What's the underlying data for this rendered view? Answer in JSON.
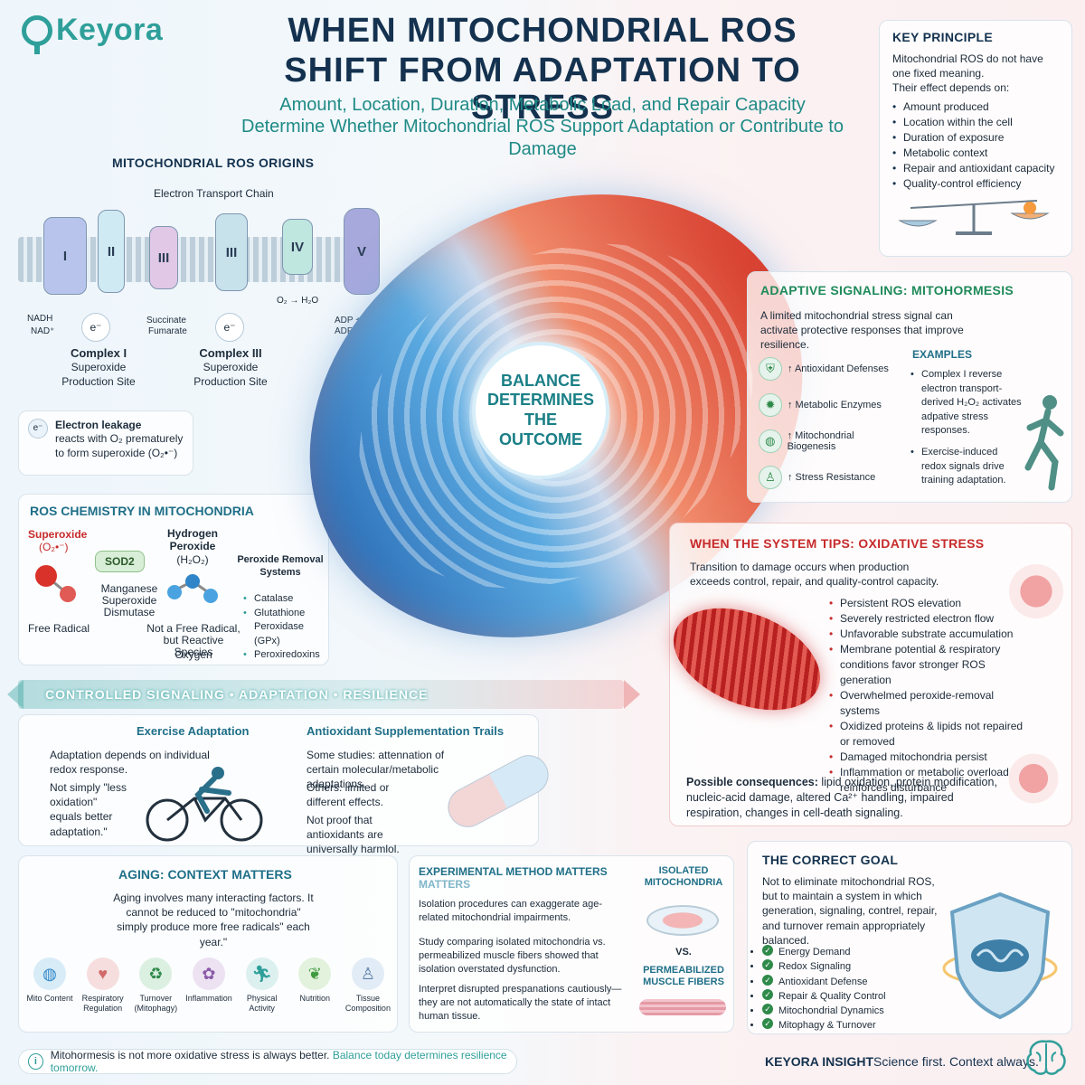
{
  "brand": {
    "logo_text": "Keyora"
  },
  "title": {
    "line1": "WHEN MITOCHONDRIAL ROS",
    "line2": "SHIFT FROM ADAPTATION TO STRESS"
  },
  "subtitle": {
    "line1": "Amount, Location, Duration, Metabolic Load, and Repair Capacity",
    "line2": "Determine Whether Mitochondrial ROS Support Adaptation or Contribute to Damage"
  },
  "key_principle": {
    "heading": "KEY PRINCIPLE",
    "intro1": "Mitochondrial ROS do not have one fixed meaning.",
    "intro2": "Their effect depends on:",
    "items": [
      "Amount produced",
      "Location within the cell",
      "Duration of exposure",
      "Metabolic context",
      "Repair and antioxidant capacity",
      "Quality-control efficiency"
    ]
  },
  "ros_origins": {
    "heading": "MITOCHONDRIAL ROS ORIGINS",
    "etc_label": "Electron Transport Chain",
    "complexes": [
      "I",
      "II",
      "III",
      "IV",
      "V"
    ],
    "nadh": "NADH",
    "nad": "NAD⁺",
    "succinate": "Succinate",
    "fumarate": "Fumarate",
    "o2_h2o": "O₂ → H₂O",
    "adp_atp1": "ADP + ATP",
    "adp_atp2": "ADP + ATP",
    "electron": "e⁻",
    "complex1_title": "Complex I",
    "complex1_sub1": "Superoxide",
    "complex1_sub2": "Production Site",
    "complex3_title": "Complex III",
    "complex3_sub1": "Superoxide",
    "complex3_sub2": "Production Site"
  },
  "leakage": {
    "electron": "e⁻",
    "line1": "Electron leakage",
    "line2": "reacts with O₂ prematurely",
    "line3": "to form superoxide (O₂•⁻)"
  },
  "chemistry": {
    "heading": "ROS CHEMISTRY IN MITOCHONDRIA",
    "superoxide": "Superoxide",
    "superoxide_formula": "(O₂•⁻)",
    "free_radical": "Free Radical",
    "sod2": "SOD2",
    "sod2_name1": "Manganese",
    "sod2_name2": "Superoxide",
    "sod2_name3": "Dismutase",
    "h2o2_1": "Hydrogen",
    "h2o2_2": "Peroxide",
    "h2o2_formula": "(H₂O₂)",
    "h2o2_note1": "Not a Free Radical,",
    "h2o2_note2": "but Reactive Oxygen",
    "h2o2_note3": "Species",
    "removal_title1": "Peroxide Removal",
    "removal_title2": "Systems",
    "removal_items": [
      "Catalase",
      "Glutathione Peroxidase (GPx)",
      "Peroxiredoxins"
    ]
  },
  "center": {
    "balance": "BALANCE DETERMINES THE OUTCOME"
  },
  "banner": {
    "text": "CONTROLLED SIGNALING • ADAPTATION • RESILIENCE"
  },
  "mitohormesis": {
    "heading": "ADAPTIVE SIGNALING: MITOHORMESIS",
    "intro": "A limited mitochondrial stress signal can activate protective responses that improve resilience.",
    "responses": [
      "↑ Antioxidant Defenses",
      "↑ Metabolic Enzymes",
      "↑ Mitochondrial Biogenesis",
      "↑ Stress Resistance"
    ],
    "examples_heading": "EXAMPLES",
    "examples": [
      "Complex I reverse electron transport-derived H₂O₂ activates adpative stress responses.",
      "Exercise-induced redox signals drive training adaptation."
    ]
  },
  "oxidative": {
    "heading": "WHEN THE SYSTEM TIPS: OXIDATIVE STRESS",
    "intro": "Transition to damage occurs when production exceeds control, repair, and quality-control capacity.",
    "items": [
      "Persistent ROS elevation",
      "Severely restricted electron flow",
      "Unfavorable substrate accumulation",
      "Membrane potential & respiratory conditions favor stronger ROS generation",
      "Overwhelmed peroxide-removal systems",
      "Oxidized proteins & lipids not repaired or removed",
      "Damaged mitochondria persist",
      "Inflammation or metabolic overload reinforces disturbance"
    ],
    "consequences_label": "Possible consequences:",
    "consequences_text": " lipid oxidation, protein modification, nucleic-acid damage, altered Ca²⁺ handling, impaired respiration, changes in cell-death signaling."
  },
  "exercise": {
    "heading": "Exercise Adaptation",
    "p1": "Adaptation depends on individual redox response.",
    "p2": "Not simply \"less oxidation\" equals better adaptation.\""
  },
  "antioxidant": {
    "heading": "Antioxidant Supplementation Trails",
    "p1": "Some studies: attennation of certain molecular/metabolic adaptations.",
    "p2": "Others: limited or different effects.",
    "p3": "Not proof that antioxidants are universally harmlol."
  },
  "aging": {
    "heading": "AGING: CONTEXT MATTERS",
    "text": "Aging involves many interacting factors. It cannot be reduced to \"mitochondria\" simply produce more free radicals\" each year.\"",
    "factors": [
      "Mito Content",
      "Respiratory Regulation",
      "Turnover (Mitophagy)",
      "Inflammation",
      "Physical Activity",
      "Nutrition",
      "Tissue Composition"
    ]
  },
  "method": {
    "heading1": "EXPERIMENTAL METHOD MATTERS",
    "heading2": "MATTERS",
    "p1": "Isolation procedures can exaggerate age-related mitochondrial impairments.",
    "p2": "Study comparing isolated mitochondria vs. permeabilized muscle fibers showed that isolation overstated dysfunction.",
    "p3": "Interpret disrupted prespanations cautiously—they are not automatically the state of intact human tissue.",
    "isolated1": "ISOLATED",
    "isolated2": "MITOCHONDRIA",
    "vs": "VS.",
    "perm1": "PERMEABILIZED",
    "perm2": "MUSCLE FIBERS"
  },
  "goal": {
    "heading": "THE CORRECT GOAL",
    "text": "Not to eliminate mitochondrial ROS, but to maintain a system in which generation, signaling, contrel, repair, and turnover remain appropriately balanced.",
    "items": [
      "Energy Demand",
      "Redox Signaling",
      "Antioxidant Defense",
      "Repair & Quality Control",
      "Mitochondrial Dynamics",
      "Mitophagy & Turnover"
    ]
  },
  "footer": {
    "info_icon": "i",
    "note_part1": "Mitohormesis is not more oxidative stress is always better. ",
    "note_part2": "Balance today determines resilience tomorrow.",
    "insight_label": "KEYORA INSIGHT",
    "insight_text": "Science first. Context always."
  },
  "colors": {
    "teal": "#2f9f9a",
    "navy": "#14324f",
    "red": "#c72b2b",
    "green": "#1f8a5a"
  },
  "icons": [
    "brain-icon",
    "balance-scale-icon",
    "shield-icon",
    "cyclist-icon",
    "runner-icon",
    "capsule-icon",
    "petri-dish-icon",
    "muscle-fiber-icon",
    "virus-icon",
    "info-icon"
  ]
}
